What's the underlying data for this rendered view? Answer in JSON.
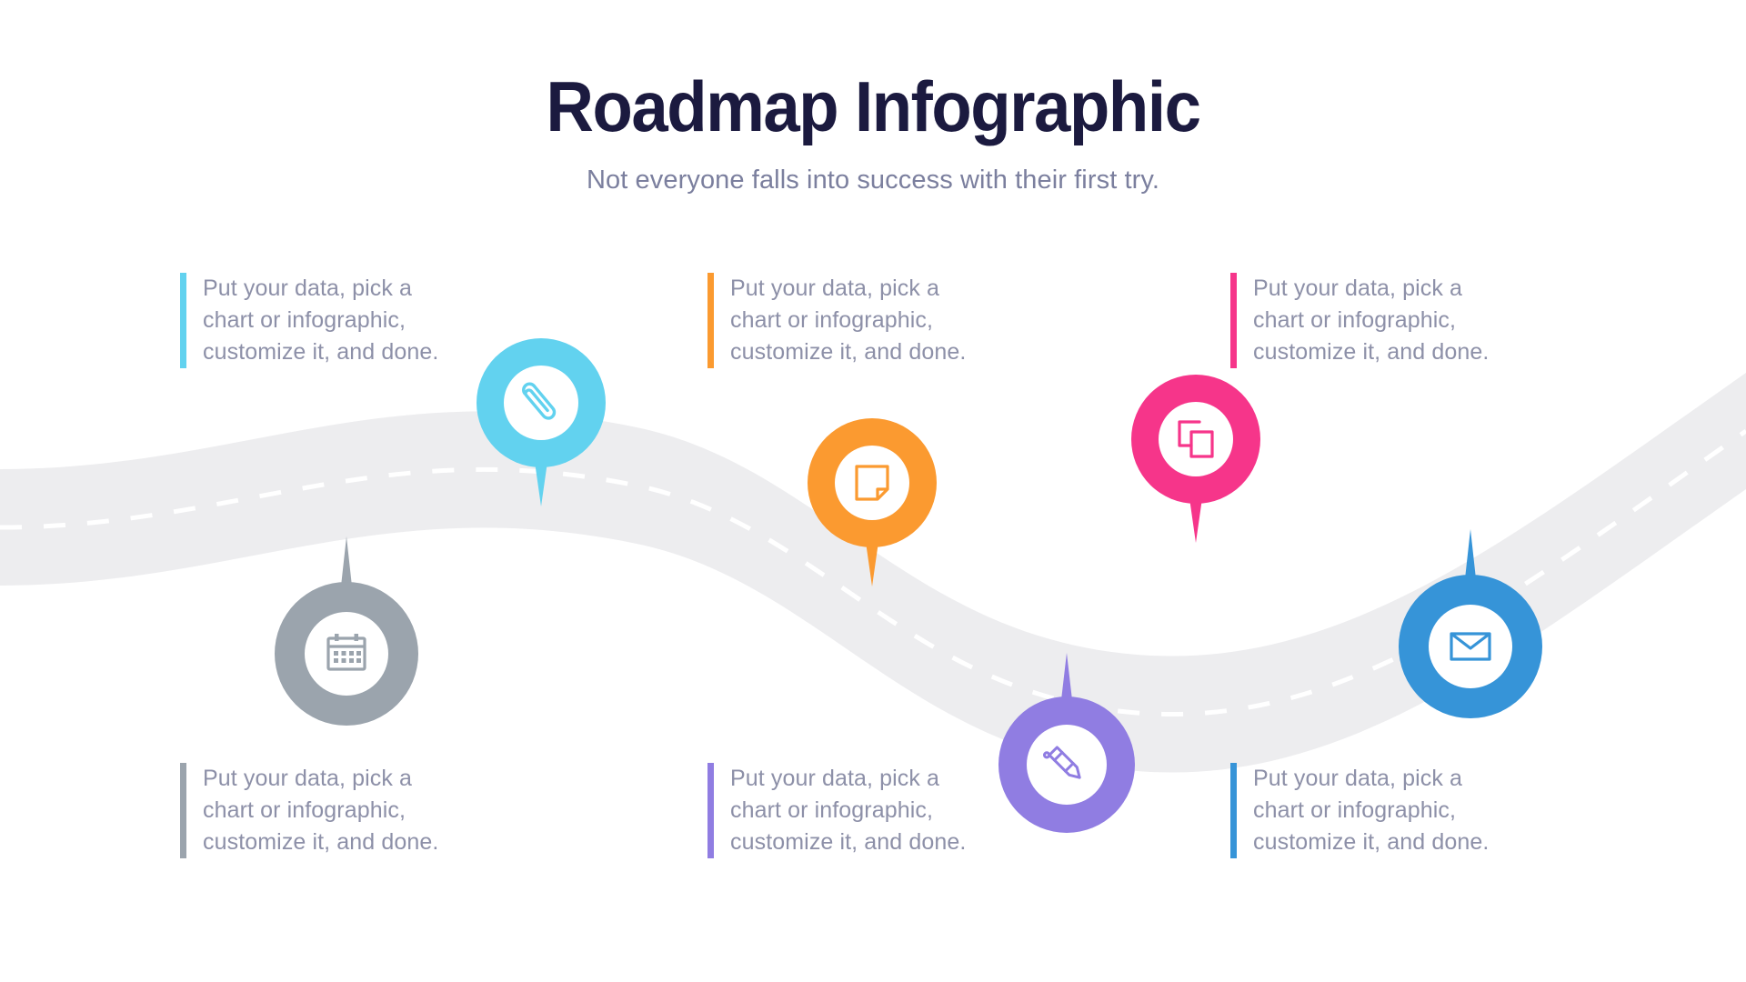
{
  "header": {
    "title": "Roadmap Infographic",
    "subtitle": "Not everyone falls into success with their first try."
  },
  "colors": {
    "title": "#1b1a3f",
    "subtitle": "#7b7f9e",
    "body_text": "#8d90a8",
    "road": "#ededef",
    "road_dash": "#ffffff",
    "background": "#ffffff",
    "cyan": "#62d2ef",
    "orange": "#fb9a30",
    "pink": "#f6358a",
    "gray": "#9ba4ad",
    "purple": "#907de2",
    "blue": "#3694d8"
  },
  "road": {
    "fill": "#ededef",
    "dash_color": "#ffffff",
    "dash_pattern": "22 22"
  },
  "steps": [
    {
      "id": "step-1",
      "icon": "paperclip-icon",
      "color": "#62d2ef",
      "pin_direction": "down",
      "text_position": "top",
      "text": "Put your data, pick a\nchart or infographic,\ncustomize it, and done."
    },
    {
      "id": "step-2",
      "icon": "calendar-icon",
      "color": "#9ba4ad",
      "pin_direction": "up",
      "text_position": "bottom",
      "text": "Put your data, pick a\nchart or infographic,\ncustomize it, and done."
    },
    {
      "id": "step-3",
      "icon": "note-page-icon",
      "color": "#fb9a30",
      "pin_direction": "down",
      "text_position": "top",
      "text": "Put your data, pick a\nchart or infographic,\ncustomize it, and done."
    },
    {
      "id": "step-4",
      "icon": "pen-icon",
      "color": "#907de2",
      "pin_direction": "up",
      "text_position": "bottom",
      "text": "Put your data, pick a\nchart or infographic,\ncustomize it, and done."
    },
    {
      "id": "step-5",
      "icon": "copy-documents-icon",
      "color": "#f6358a",
      "pin_direction": "down",
      "text_position": "top",
      "text": "Put your data, pick a\nchart or infographic,\ncustomize it, and done."
    },
    {
      "id": "step-6",
      "icon": "envelope-icon",
      "color": "#3694d8",
      "pin_direction": "up",
      "text_position": "bottom",
      "text": "Put your data, pick a\nchart or infographic,\ncustomize it, and done."
    }
  ]
}
